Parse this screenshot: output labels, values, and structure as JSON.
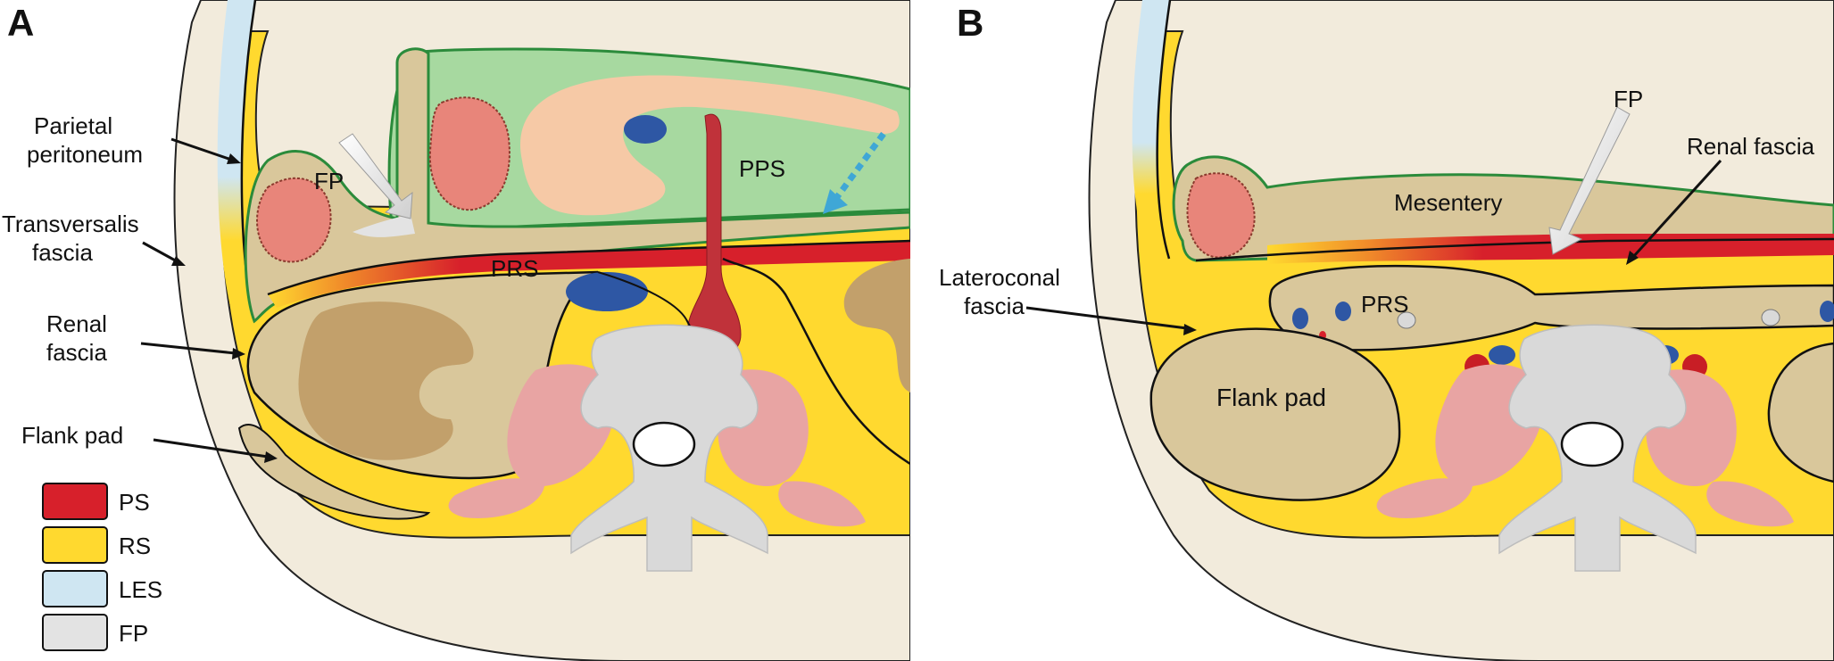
{
  "colors": {
    "ps": "#d7202b",
    "rs": "#ffd92f",
    "les": "#cfe6f2",
    "fp": "#e3e3e3",
    "pps": "#a7d9a0",
    "mesentery": "#d9c79b",
    "kidney": "#c2a06b",
    "body_wall": "#f2ebdc",
    "vessel_blue": "#2e57a4",
    "vessel_red": "#c81e25",
    "muscle": "#e8a4a3",
    "vertebra": "#d9d9d9",
    "peritoneum_green": "#2b8b3b"
  },
  "panel_a": {
    "letter": "A",
    "labels": {
      "parietal_line1": "Parietal",
      "parietal_line2": "peritoneum",
      "transversalis_line1": "Transversalis",
      "transversalis_line2": "fascia",
      "renal_line1": "Renal",
      "renal_line2": "fascia",
      "flank_pad": "Flank pad",
      "fp": "FP",
      "pps": "PPS",
      "prs": "PRS"
    },
    "legend": [
      {
        "key": "PS",
        "color": "#d7202b"
      },
      {
        "key": "RS",
        "color": "#ffd92f"
      },
      {
        "key": "LES",
        "color": "#cfe6f2"
      },
      {
        "key": "FP",
        "color": "#e3e3e3"
      }
    ]
  },
  "panel_b": {
    "letter": "B",
    "labels": {
      "fp": "FP",
      "renal_fascia": "Renal fascia",
      "mesentery": "Mesentery",
      "lateroconal_line1": "Lateroconal",
      "lateroconal_line2": "fascia",
      "prs": "PRS",
      "flank_pad": "Flank pad"
    }
  }
}
